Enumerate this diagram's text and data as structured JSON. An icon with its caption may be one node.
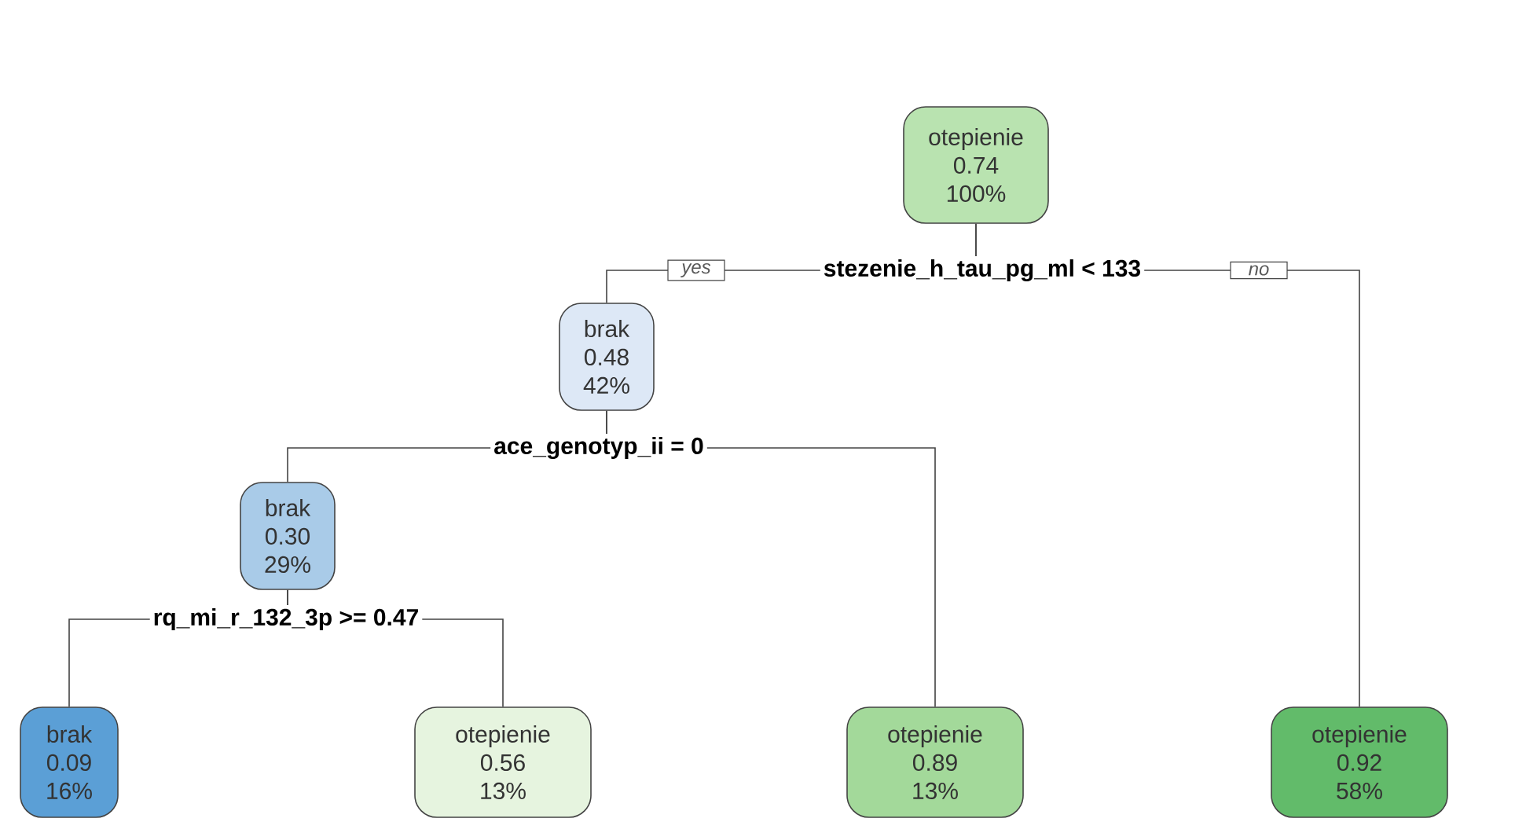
{
  "diagram": {
    "nodes": [
      {
        "text": [
          "otepienie",
          "0.74",
          "100%"
        ]
      },
      {
        "text": [
          "brak",
          "0.48",
          "42%"
        ]
      },
      {
        "text": [
          "brak",
          "0.30",
          "29%"
        ]
      },
      {
        "text": [
          "brak",
          "0.09",
          "16%"
        ]
      },
      {
        "text": [
          "otepienie",
          "0.56",
          "13%"
        ]
      },
      {
        "text": [
          "otepienie",
          "0.89",
          "13%"
        ]
      },
      {
        "text": [
          "otepienie",
          "0.92",
          "58%"
        ]
      }
    ],
    "edges": [
      {
        "from": 0,
        "to": 1,
        "arrow": "none",
        "label": "yes"
      },
      {
        "from": 0,
        "to": 6,
        "arrow": "none",
        "label": "no"
      },
      {
        "from": 1,
        "to": 2,
        "arrow": "none"
      },
      {
        "from": 1,
        "to": 5,
        "arrow": "none"
      },
      {
        "from": 2,
        "to": 3,
        "arrow": "none"
      },
      {
        "from": 2,
        "to": 4,
        "arrow": "none"
      }
    ],
    "labels": [
      "stezenie_h_tau_pg_ml < 133",
      "ace_genotyp_ii = 0",
      "rq_mi_r_132_3p >= 0.47"
    ]
  }
}
